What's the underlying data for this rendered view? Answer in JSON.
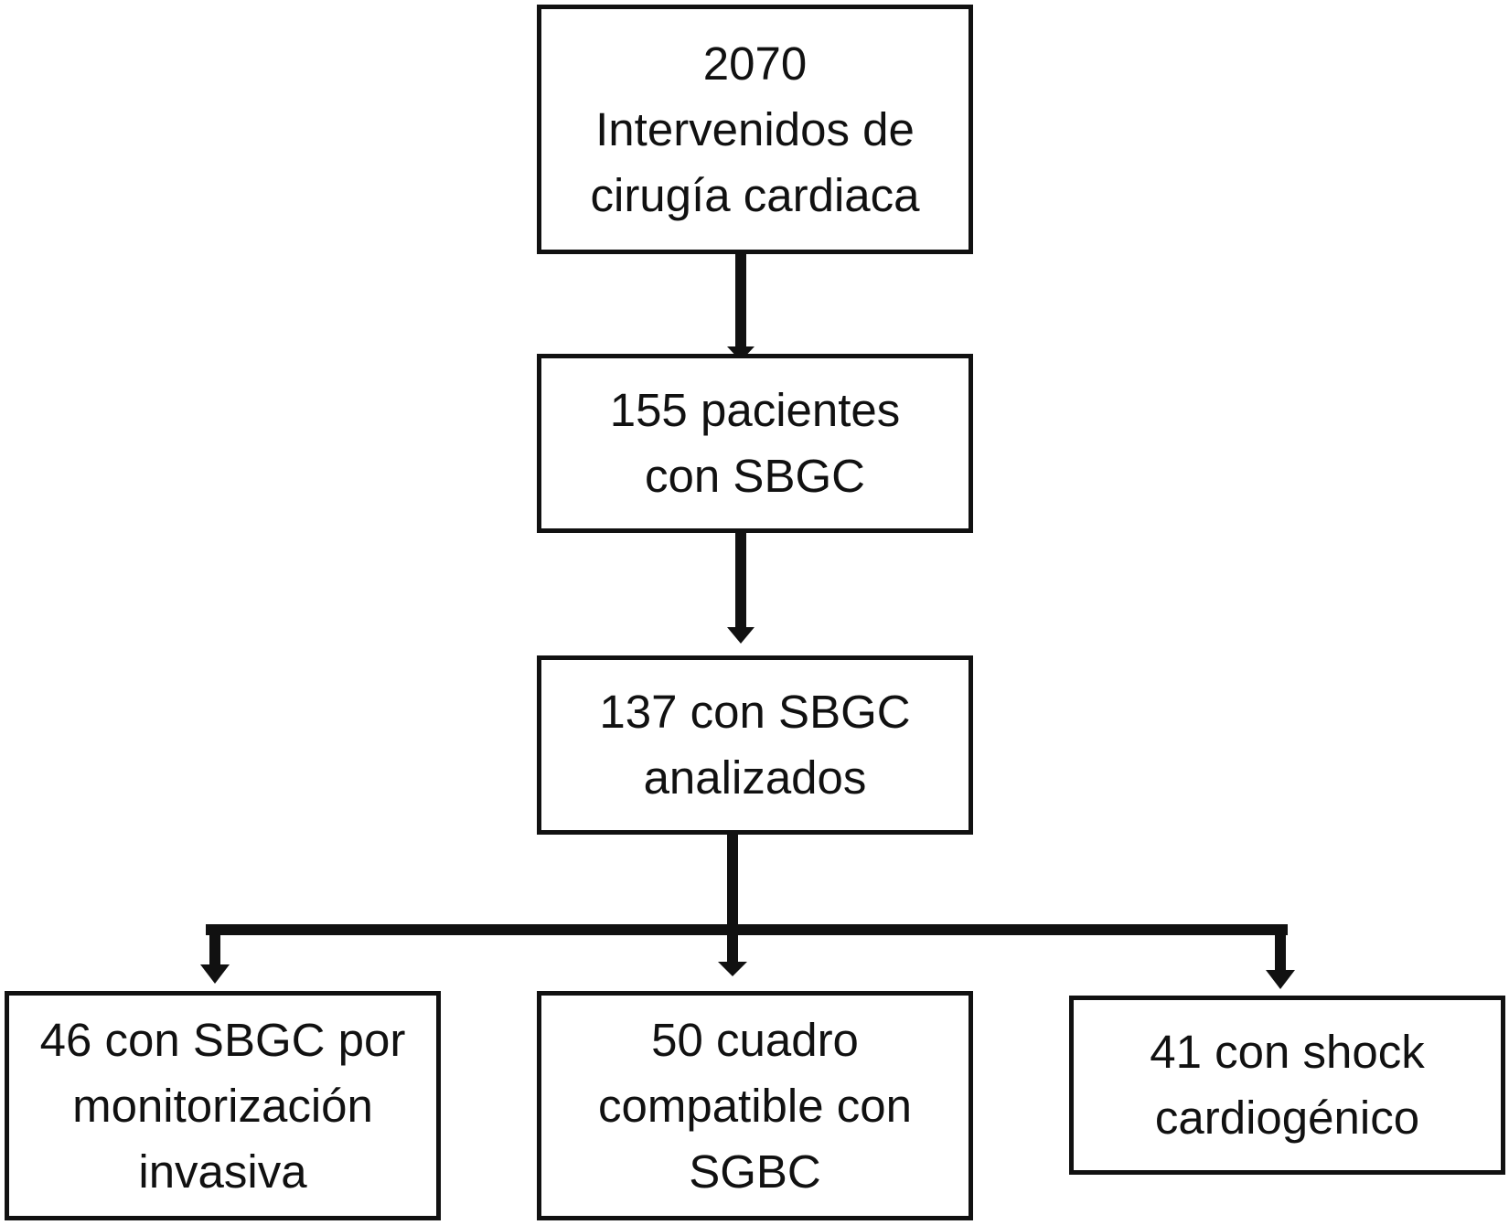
{
  "flowchart": {
    "nodes": [
      {
        "id": "n1",
        "lines": [
          "2070",
          "Intervenidos de",
          "cirugía cardiaca"
        ]
      },
      {
        "id": "n2",
        "lines": [
          "155 pacientes",
          "con SBGC"
        ]
      },
      {
        "id": "n3",
        "lines": [
          "137 con SBGC",
          "analizados"
        ]
      },
      {
        "id": "n4",
        "lines": [
          "46 con SBGC por",
          "monitorización",
          "invasiva"
        ]
      },
      {
        "id": "n5",
        "lines": [
          "50 cuadro",
          "compatible con",
          "SGBC"
        ]
      },
      {
        "id": "n6",
        "lines": [
          "41 con shock",
          "cardiogénico"
        ]
      }
    ],
    "edges": [
      {
        "from": "n1",
        "to": "n2"
      },
      {
        "from": "n2",
        "to": "n3"
      },
      {
        "from": "n3",
        "to": "n4"
      },
      {
        "from": "n3",
        "to": "n5"
      },
      {
        "from": "n3",
        "to": "n6"
      }
    ],
    "colors": {
      "line": "#111111",
      "box_border": "#111111",
      "box_fill": "#ffffff",
      "text": "#111111"
    }
  }
}
